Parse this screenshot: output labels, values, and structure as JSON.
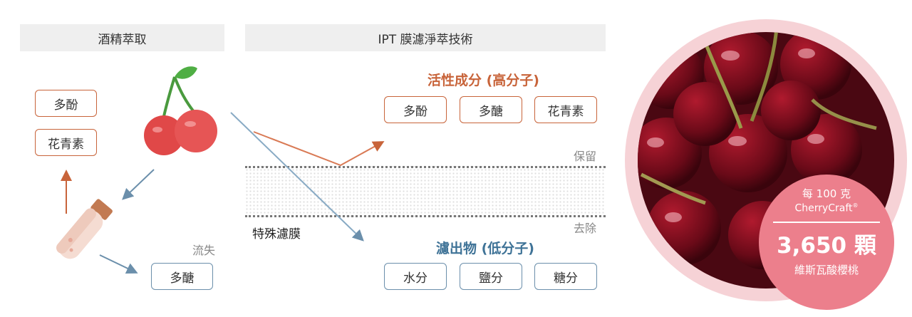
{
  "left_section": {
    "header": "酒精萃取",
    "extracted": [
      "多酚",
      "花青素"
    ],
    "lost_label": "流失",
    "lost_item": "多醣"
  },
  "right_section": {
    "header": "IPT 膜濾淨萃技術",
    "retained_title": "活性成分 (高分子)",
    "retained_items": [
      "多酚",
      "多醣",
      "花青素"
    ],
    "keep_label": "保留",
    "remove_label": "去除",
    "membrane_label": "特殊濾膜",
    "filtrate_title": "濾出物 (低分子)",
    "filtrate_items": [
      "水分",
      "鹽分",
      "糖分"
    ]
  },
  "badge": {
    "line1": "每 100 克",
    "brand": "CherryCraft",
    "registered": "®",
    "count": "3,650 顆",
    "caption": "維斯瓦酸櫻桃"
  },
  "colors": {
    "orange": "#c8643a",
    "blue": "#6b8fab",
    "pink": "#ec7f8c",
    "header_bg": "#efefef"
  }
}
